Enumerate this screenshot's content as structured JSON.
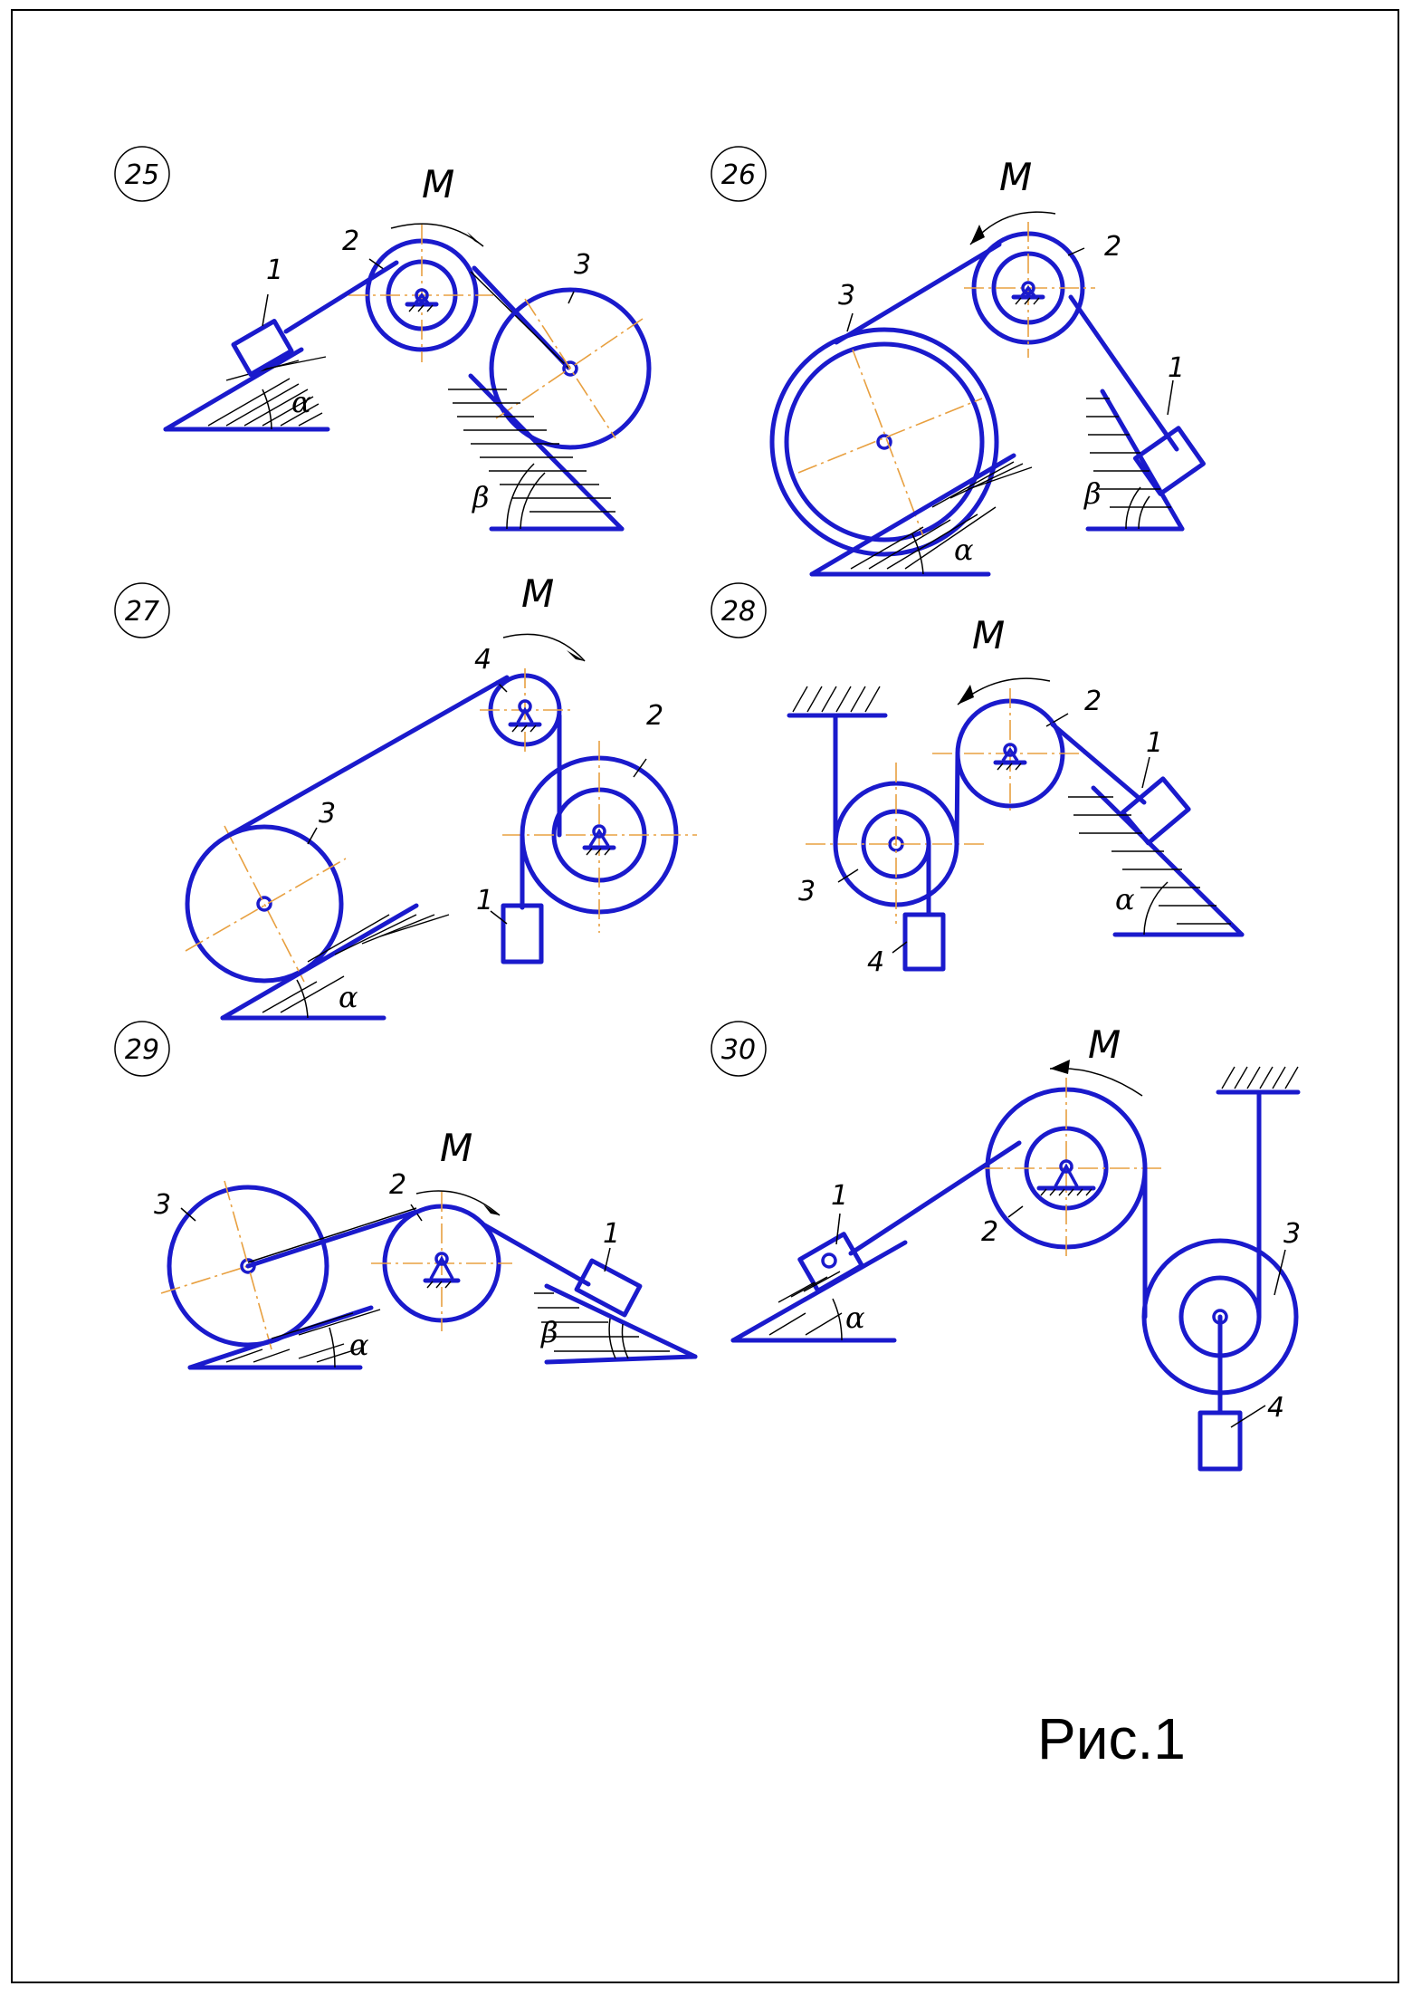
{
  "caption": "Рис.1",
  "problems": [
    {
      "number": "25",
      "moment": "M",
      "labels": [
        "1",
        "2",
        "3"
      ],
      "angles": [
        "α",
        "β"
      ]
    },
    {
      "number": "26",
      "moment": "M",
      "labels": [
        "1",
        "2",
        "3"
      ],
      "angles": [
        "α",
        "β"
      ]
    },
    {
      "number": "27",
      "moment": "M",
      "labels": [
        "1",
        "2",
        "3",
        "4"
      ],
      "angles": [
        "α"
      ]
    },
    {
      "number": "28",
      "moment": "M",
      "labels": [
        "1",
        "2",
        "3",
        "4"
      ],
      "angles": [
        "α"
      ]
    },
    {
      "number": "29",
      "moment": "M",
      "labels": [
        "1",
        "2",
        "3"
      ],
      "angles": [
        "α",
        "β"
      ]
    },
    {
      "number": "30",
      "moment": "M",
      "labels": [
        "1",
        "2",
        "3",
        "4"
      ],
      "angles": [
        "α"
      ]
    }
  ],
  "colors": {
    "mechanism": "#1a1acc",
    "centerline": "#e8a040",
    "annotation": "#000000"
  }
}
